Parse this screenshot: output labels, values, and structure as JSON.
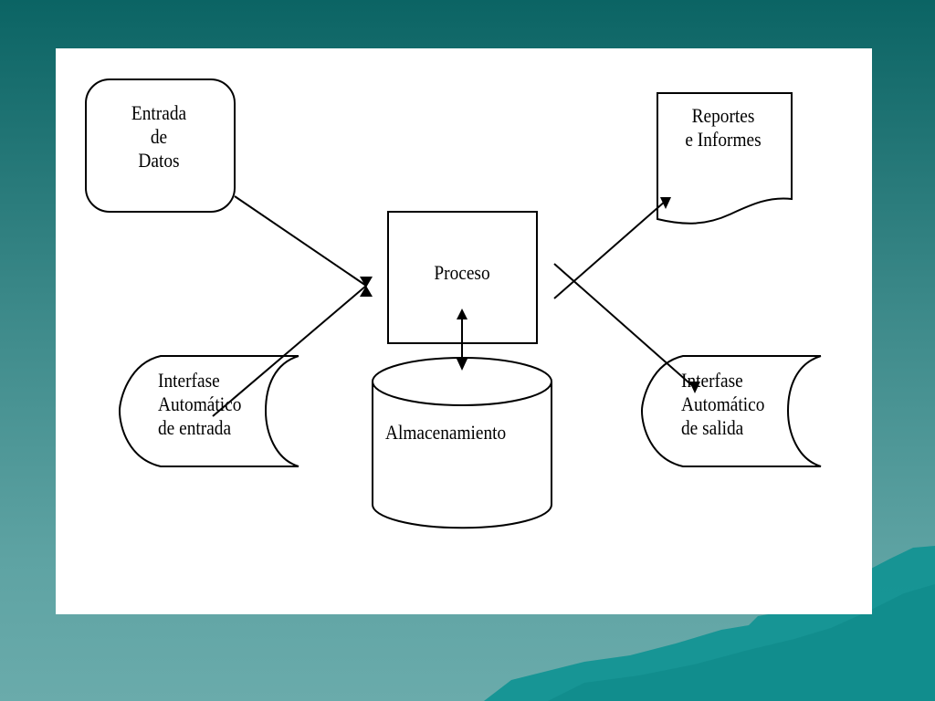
{
  "diagram": {
    "nodes": {
      "entrada_datos": {
        "lines": [
          "Entrada",
          "de",
          "Datos"
        ]
      },
      "reportes": {
        "lines": [
          "Reportes",
          "e Informes"
        ]
      },
      "proceso": {
        "label": "Proceso"
      },
      "almacenamiento": {
        "label": "Almacenamiento"
      },
      "interfase_entrada": {
        "lines": [
          "Interfase",
          "Automático",
          "de entrada"
        ]
      },
      "interfase_salida": {
        "lines": [
          "Interfase",
          "Automático",
          "de salida"
        ]
      }
    }
  },
  "colors": {
    "background_top": "#0b6464",
    "background_bottom": "#6aabab",
    "panel": "#ffffff",
    "stroke": "#000000",
    "decor_shape": "#138f8f"
  }
}
